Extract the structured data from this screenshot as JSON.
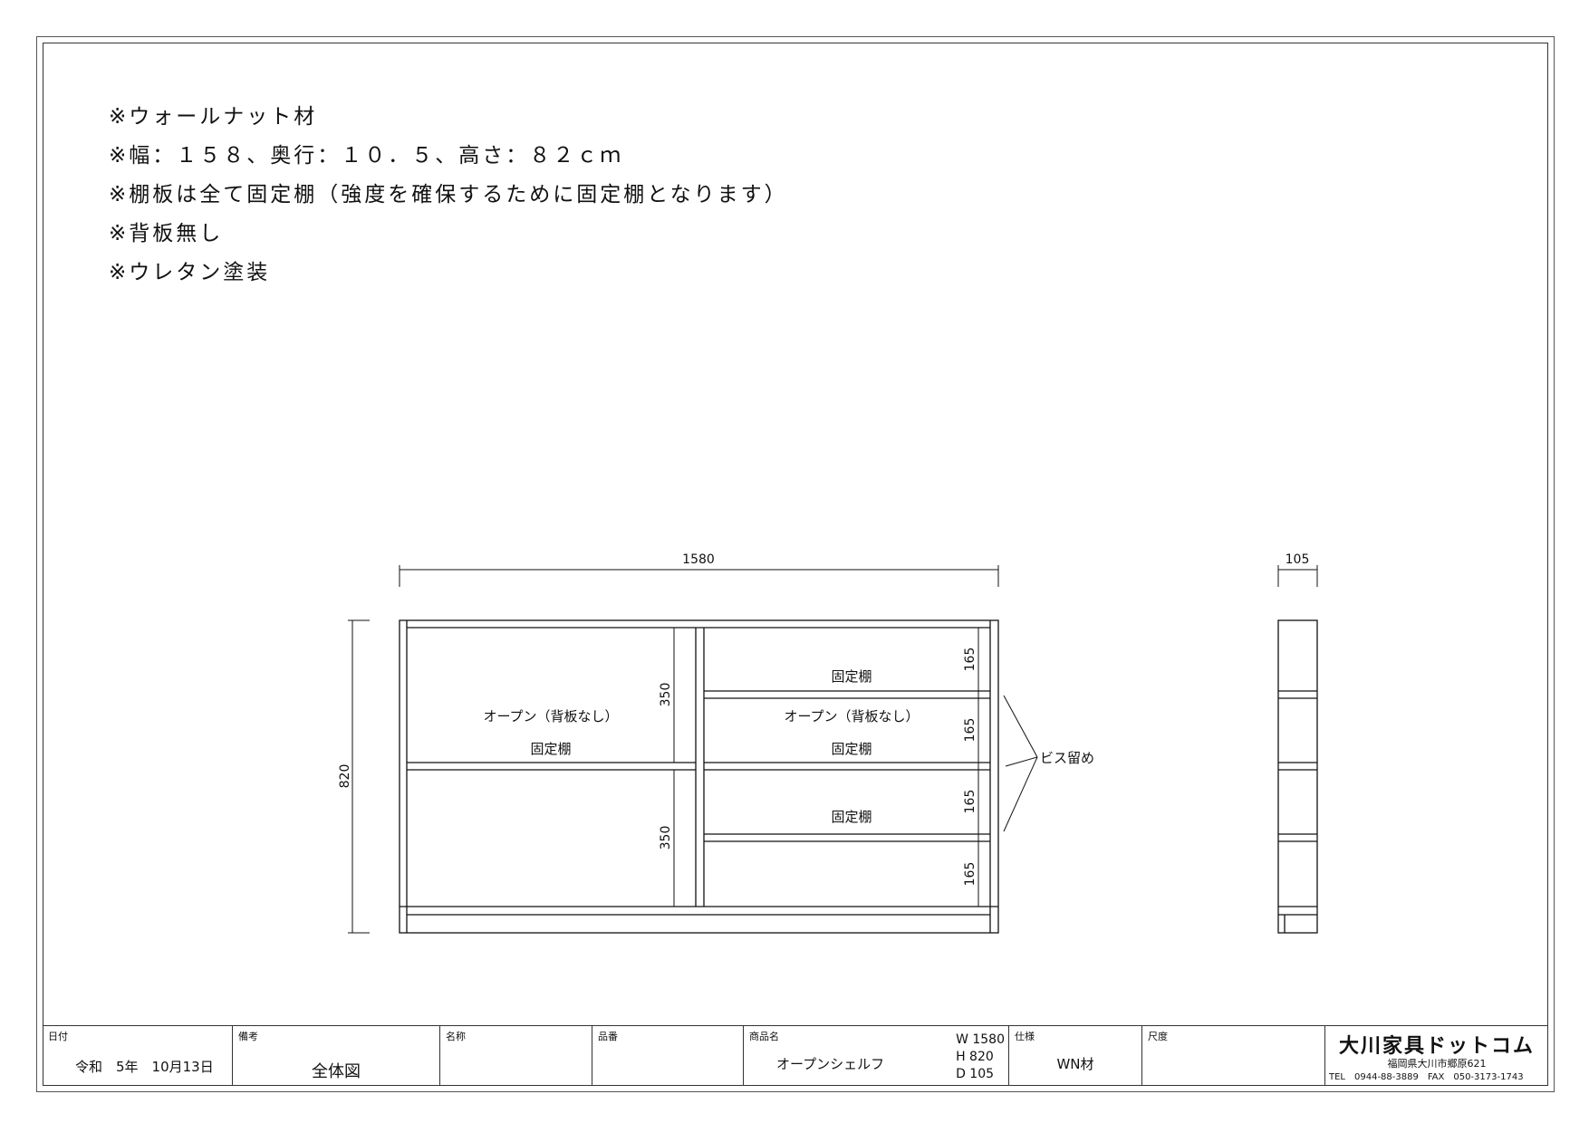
{
  "notes": [
    "※ウォールナット材",
    "※幅：１５８、奥行：１０．５、高さ：８２ｃｍ",
    "※棚板は全て固定棚（強度を確保するために固定棚となります）",
    "※背板無し",
    "※ウレタン塗装"
  ],
  "front_view": {
    "width_dim": "1580",
    "height_dim": "820",
    "left_open": "オープン（背板なし）",
    "left_shelf": "固定棚",
    "left_dim_upper": "350",
    "left_dim_lower": "350",
    "right_shelf_1": "固定棚",
    "right_open": "オープン（背板なし）",
    "right_shelf_2": "固定棚",
    "right_shelf_3": "固定棚",
    "right_dims": [
      "165",
      "165",
      "165",
      "165"
    ],
    "screw_label": "ビス留め"
  },
  "side_view": {
    "depth_dim": "105"
  },
  "title_block": {
    "date_label": "日付",
    "date_value": "令和　5年　10月13日",
    "remarks_label": "備考",
    "remarks_value": "全体図",
    "name_label": "名称",
    "part_no_label": "品番",
    "product_label": "商品名",
    "product_value": "オープンシェルフ",
    "dims": [
      "W 1580",
      "H  820",
      "D  105"
    ],
    "spec_label": "仕様",
    "spec_value": "WN材",
    "scale_label": "尺度",
    "company": "大川家具ドットコム",
    "address": "福岡県大川市郷原621",
    "tel": "TEL　0944-88-3889　FAX　050-3173-1743"
  }
}
